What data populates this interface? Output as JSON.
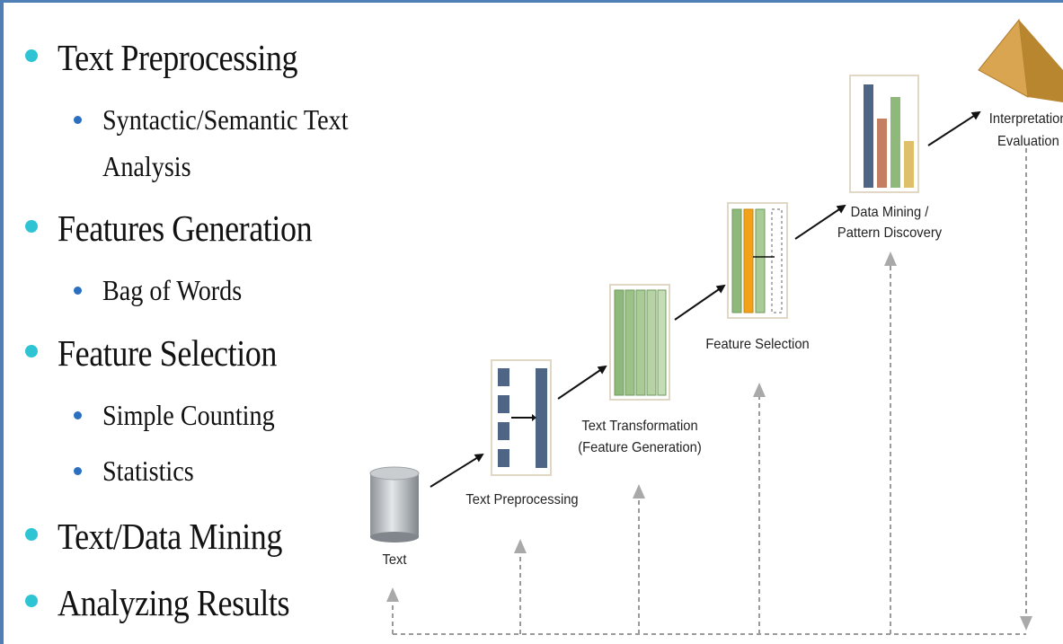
{
  "bullets": [
    {
      "text": "Text Preprocessing",
      "sub": [
        "Syntactic/Semantic Text",
        "Analysis"
      ]
    },
    {
      "text": "Features Generation",
      "sub": [
        "Bag of Words"
      ]
    },
    {
      "text": "Feature Selection",
      "sub": [
        "Simple Counting",
        "Statistics"
      ]
    },
    {
      "text": "Text/Data Mining",
      "sub": []
    },
    {
      "text": "Analyzing Results",
      "sub": []
    }
  ],
  "diagram": {
    "text": "Text",
    "preprocessing": "Text Preprocessing",
    "transformation_1": "Text Transformation",
    "transformation_2": "(Feature Generation)",
    "selection": "Feature Selection",
    "mining_1": "Data Mining /",
    "mining_2": "Pattern Discovery",
    "interpretation_1": "Interpretation /",
    "interpretation_2": "Evaluation"
  },
  "colors": {
    "frame": "#4f7fb4",
    "bullet_level1": "#2ec4d3",
    "bullet_level2": "#2a6fc0",
    "green_bar": "#8fb97a",
    "orange_bar": "#f2a21a",
    "navy_bar": "#4e6585",
    "rust_bar": "#c47f63",
    "tan_bar": "#e0bf6a",
    "pyramid": "#d9a551"
  }
}
